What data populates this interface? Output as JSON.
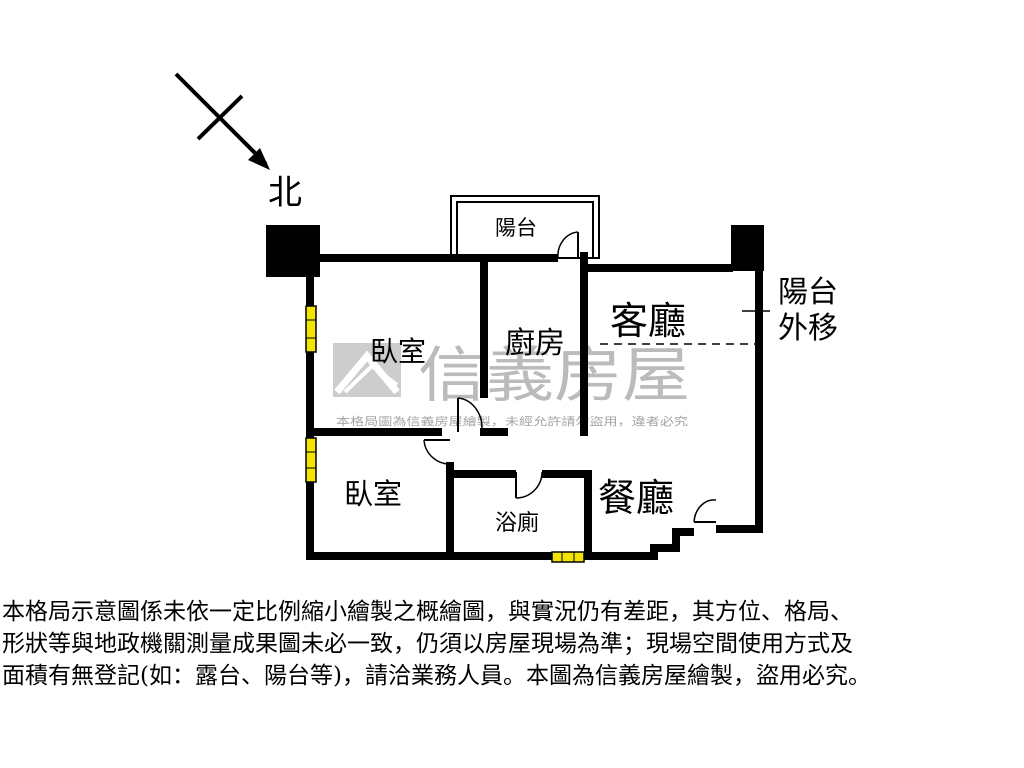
{
  "compass": {
    "north_label": "北"
  },
  "rooms": {
    "balcony_top": "陽台",
    "bedroom_1": "臥室",
    "kitchen": "廚房",
    "living_room": "客廳",
    "bedroom_2": "臥室",
    "bathroom": "浴廁",
    "dining_room": "餐廳"
  },
  "annotation": {
    "balcony_moved_line1": "陽台",
    "balcony_moved_line2": "外移"
  },
  "watermark": {
    "brand": "信義房屋",
    "notice": "本格局圖為信義房屋繪製，未經允許請勿盜用，違者必究"
  },
  "disclaimer": {
    "line1": "本格局示意圖係未依一定比例縮小繪製之概繪圖，與實況仍有差距，其方位、格局、",
    "line2": "形狀等與地政機關測量成果圖未必一致，仍須以房屋現場為準；現場空間使用方式及",
    "line3": "面積有無登記(如：露台、陽台等)，請洽業務人員。本圖為信義房屋繪製，盜用必究。"
  },
  "colors": {
    "wall": "#000000",
    "window": "#f2e400",
    "watermark": "#b0b0b0"
  }
}
